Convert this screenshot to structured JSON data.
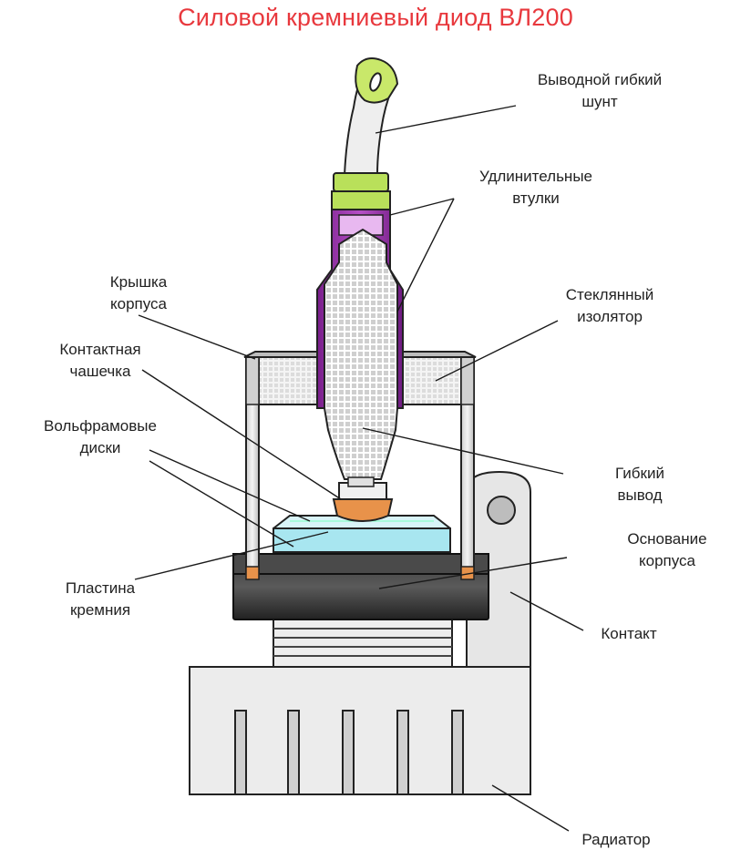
{
  "title": "Силовой кремниевый диод ВЛ200",
  "colors": {
    "title": "#e8383d",
    "shunt_tip": "#c9e86a",
    "sleeve_green": "#b9e05a",
    "sleeve_purple": "#9a2ea8",
    "sleeve_light": "#e8b8f0",
    "glass_insulator": "#e6e6e6",
    "contact_cup": "#e8924a",
    "silicon_plate": "#a8e6f0",
    "base_ring": "#2d2d2d",
    "radiator": "#eeeeee",
    "label_line": "#1a1a1a"
  },
  "labels": {
    "shunt": [
      "Выводной гибкий",
      "шунт"
    ],
    "sleeves": [
      "Удлинительные",
      "втулки"
    ],
    "lid": [
      "Крышка",
      "корпуса"
    ],
    "glass": [
      "Стеклянный",
      "изолятор"
    ],
    "cup": [
      "Контактная",
      "чашечка"
    ],
    "tungsten": [
      "Вольфрамовые",
      "диски"
    ],
    "flex": [
      "Гибкий",
      "вывод"
    ],
    "base": [
      "Основание",
      "корпуса"
    ],
    "silicon": [
      "Пластина",
      "кремния"
    ],
    "contact": [
      "Контакт"
    ],
    "radiator": [
      "Радиатор"
    ]
  }
}
